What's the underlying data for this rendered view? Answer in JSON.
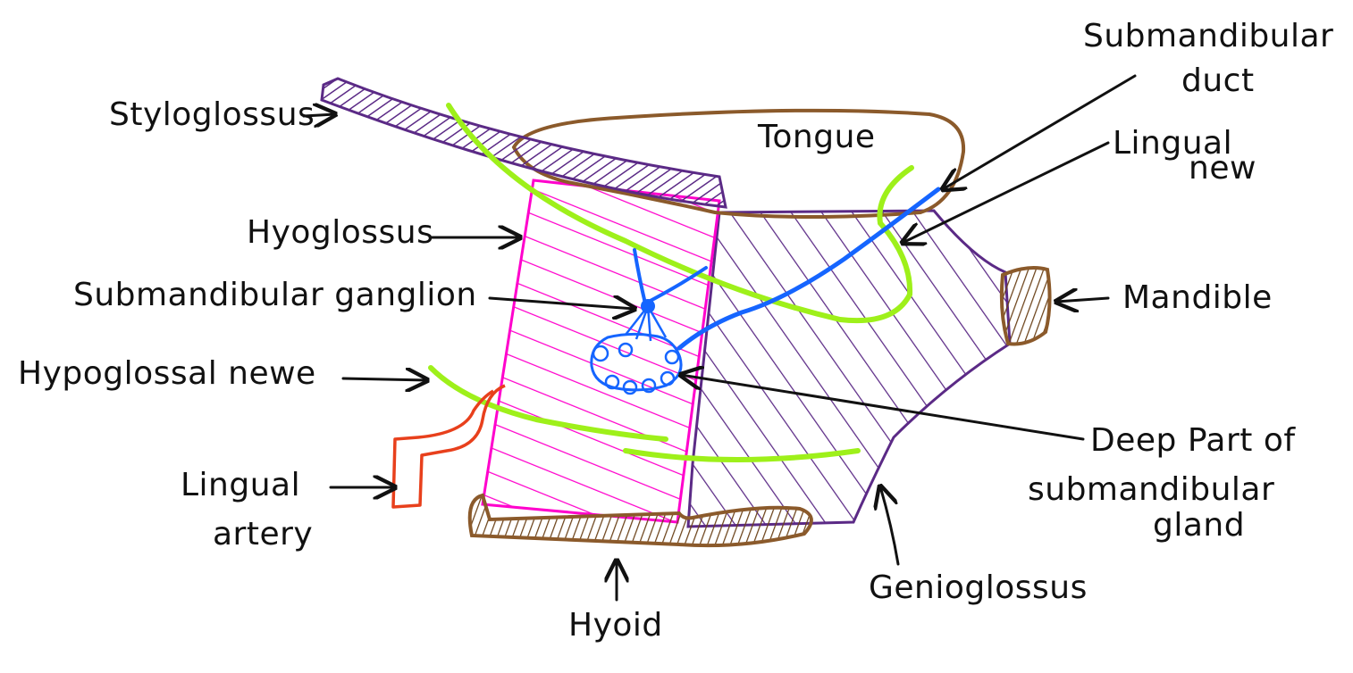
{
  "labels": {
    "styloglossus": "Styloglossus",
    "tongue": "Tongue",
    "submandibular_duct_1": "Submandibular",
    "submandibular_duct_2": "duct",
    "lingual_nerve_1": "Lingual",
    "lingual_nerve_2": "new",
    "hyoglossus": "Hyoglossus",
    "submandibular_ganglion": "Submandibular ganglion",
    "mandible": "Mandible",
    "hypoglossal_nerve": "Hypoglossal newe",
    "deep_part_1": "Deep Part of",
    "deep_part_2": "submandibular",
    "deep_part_3": "gland",
    "lingual_artery_1": "Lingual",
    "lingual_artery_2": "artery",
    "genioglossus": "Genioglossus",
    "hyoid": "Hyoid"
  },
  "colors": {
    "styloglossus": "#5b2a86",
    "genioglossus": "#5b2a86",
    "hyoglossus": "#ff00cc",
    "tongue": "#8b5a2b",
    "hyoid": "#8b5a2b",
    "mandible": "#8b5a2b",
    "nerve_green": "#9ef01a",
    "duct_blue": "#1565ff",
    "artery_red": "#e8401c",
    "arrows": "#111111"
  }
}
